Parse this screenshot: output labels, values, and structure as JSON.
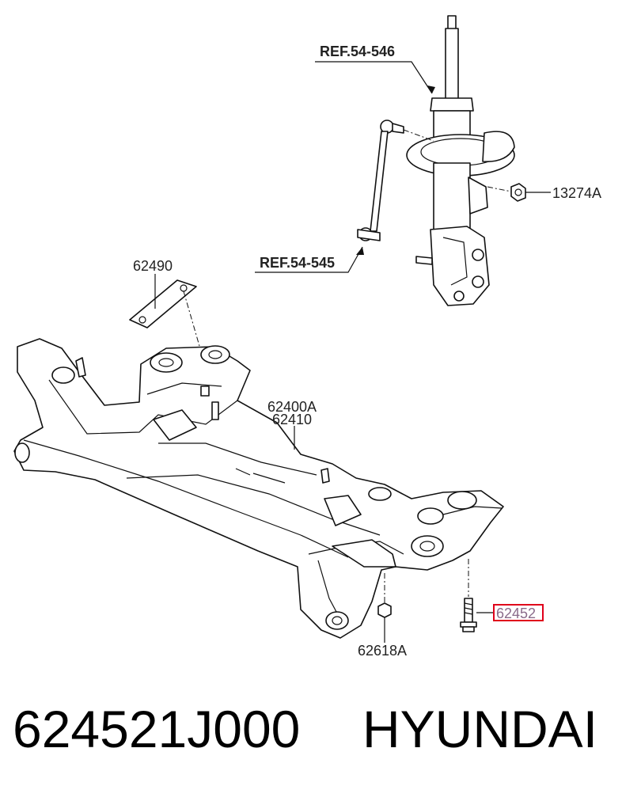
{
  "diagram": {
    "labels": {
      "ref_strut": "REF.54-546",
      "ref_link": "REF.54-545",
      "nut_13274a": "13274A",
      "plate_62490": "62490",
      "subframe_a": "62400A",
      "subframe_b": "62410",
      "nut_62618a": "62618A",
      "bolt_62452": "62452"
    },
    "highlight_color": "#e0001b"
  },
  "footer": {
    "part_number": "624521J000",
    "brand": "HYUNDAI"
  }
}
